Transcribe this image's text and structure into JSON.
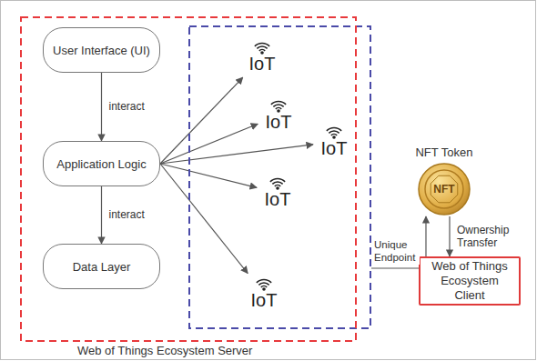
{
  "diagram": {
    "nodes": [
      {
        "text": [
          "Web of Things Ecosystem Server"
        ]
      },
      {
        "text": [
          "User Interface (UI)"
        ],
        "in": 0
      },
      {
        "text": [
          "Application Logic"
        ],
        "in": 0
      },
      {
        "text": [
          "Data Layer"
        ],
        "in": 0
      },
      {
        "text": [],
        "in": 0
      },
      {
        "text": [
          "IoT"
        ],
        "in": 4
      },
      {
        "text": [
          "IoT"
        ],
        "in": 4
      },
      {
        "text": [
          "IoT"
        ],
        "in": 4
      },
      {
        "text": [
          "IoT"
        ],
        "in": 4
      },
      {
        "text": [
          "IoT"
        ],
        "in": 4
      },
      {
        "text": [
          "NFT Token",
          "NFT"
        ]
      },
      {
        "text": [
          "Web of Things Ecosystem Client"
        ]
      }
    ],
    "edges": [
      {
        "from": 1,
        "to": 2,
        "label": "interact",
        "arrow": "to"
      },
      {
        "from": 2,
        "to": 3,
        "label": "interact",
        "arrow": "to"
      },
      {
        "from": 2,
        "to": 5,
        "arrow": "to"
      },
      {
        "from": 2,
        "to": 6,
        "arrow": "to"
      },
      {
        "from": 2,
        "to": 7,
        "arrow": "to"
      },
      {
        "from": 2,
        "to": 8,
        "arrow": "to"
      },
      {
        "from": 2,
        "to": 9,
        "arrow": "to"
      },
      {
        "from": 4,
        "to": 10,
        "label": "Unique Endpoint",
        "arrow": "to"
      },
      {
        "from": 10,
        "to": 11,
        "label": "Ownership Transfer",
        "arrow": "to"
      }
    ]
  }
}
